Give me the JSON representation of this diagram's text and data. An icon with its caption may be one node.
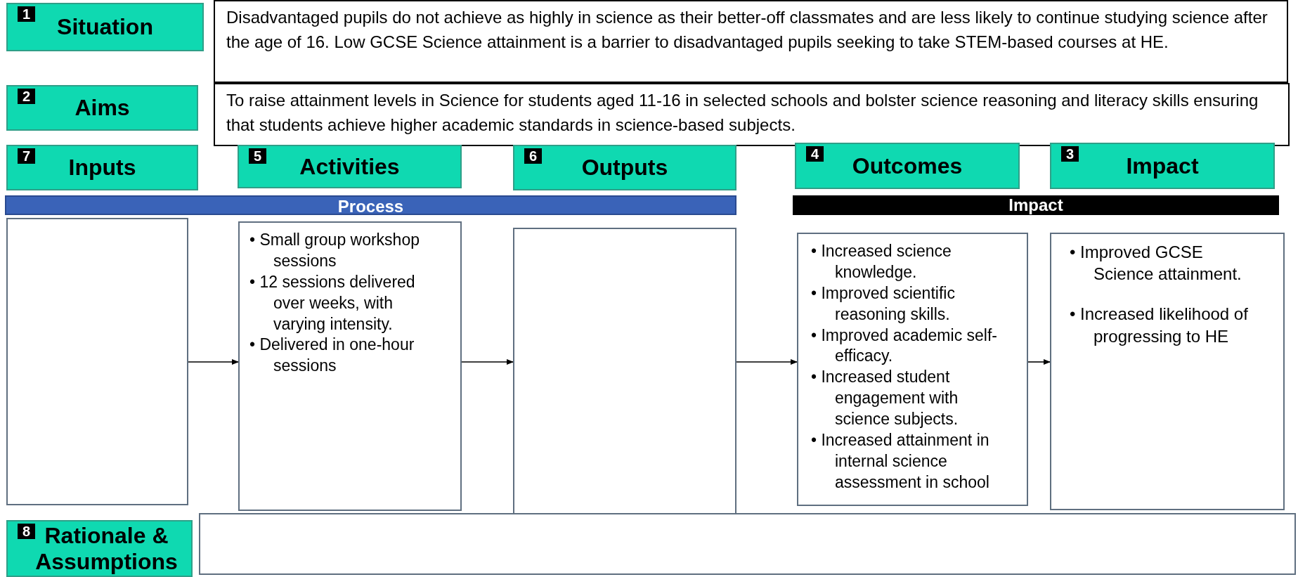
{
  "diagram": {
    "nodes": [
      {
        "text": [
          "1",
          "Situation"
        ]
      },
      {
        "text": [
          "Disadvantaged pupils do not achieve as highly in science as their better-off classmates and are less likely to continue studying science after the age of 16. Low GCSE Science attainment is a barrier to disadvantaged pupils seeking to take STEM-based courses at HE."
        ]
      },
      {
        "text": [
          "2",
          "Aims"
        ]
      },
      {
        "text": [
          "To raise attainment levels in Science for students aged 11-16 in selected schools and bolster science reasoning and literacy skills ensuring that students achieve higher academic standards in science-based subjects."
        ]
      },
      {
        "text": [
          "7",
          "Inputs"
        ]
      },
      {
        "text": [
          "5",
          "Activities"
        ]
      },
      {
        "text": [
          "6",
          "Outputs"
        ]
      },
      {
        "text": [
          "4",
          "Outcomes"
        ]
      },
      {
        "text": [
          "3",
          "Impact"
        ]
      },
      {
        "text": [
          "Process"
        ]
      },
      {
        "text": [
          "Impact"
        ]
      },
      {
        "text": [],
        "shape": "box"
      },
      {
        "text": [
          "• Small group workshop sessions",
          "• 12 sessions delivered over weeks, with varying intensity.",
          "• Delivered in one-hour sessions"
        ]
      },
      {
        "text": [],
        "shape": "box"
      },
      {
        "text": [
          "• Increased science knowledge.",
          "• Improved scientific reasoning skills.",
          "• Improved academic self-efficacy.",
          "• Increased student engagement with science subjects.",
          "• Increased attainment in internal science assessment in school"
        ]
      },
      {
        "text": [
          "• Improved GCSE Science attainment.",
          "• Increased likelihood of progressing to HE"
        ]
      },
      {
        "text": [
          "8",
          "Rationale & Assumptions"
        ]
      },
      {
        "text": [],
        "shape": "box"
      }
    ],
    "edges": [
      {
        "from": 11,
        "to": 12,
        "arrow": "to"
      },
      {
        "from": 12,
        "to": 13,
        "arrow": "to"
      },
      {
        "from": 13,
        "to": 14,
        "arrow": "to"
      },
      {
        "from": 14,
        "to": 15,
        "arrow": "to"
      }
    ]
  }
}
